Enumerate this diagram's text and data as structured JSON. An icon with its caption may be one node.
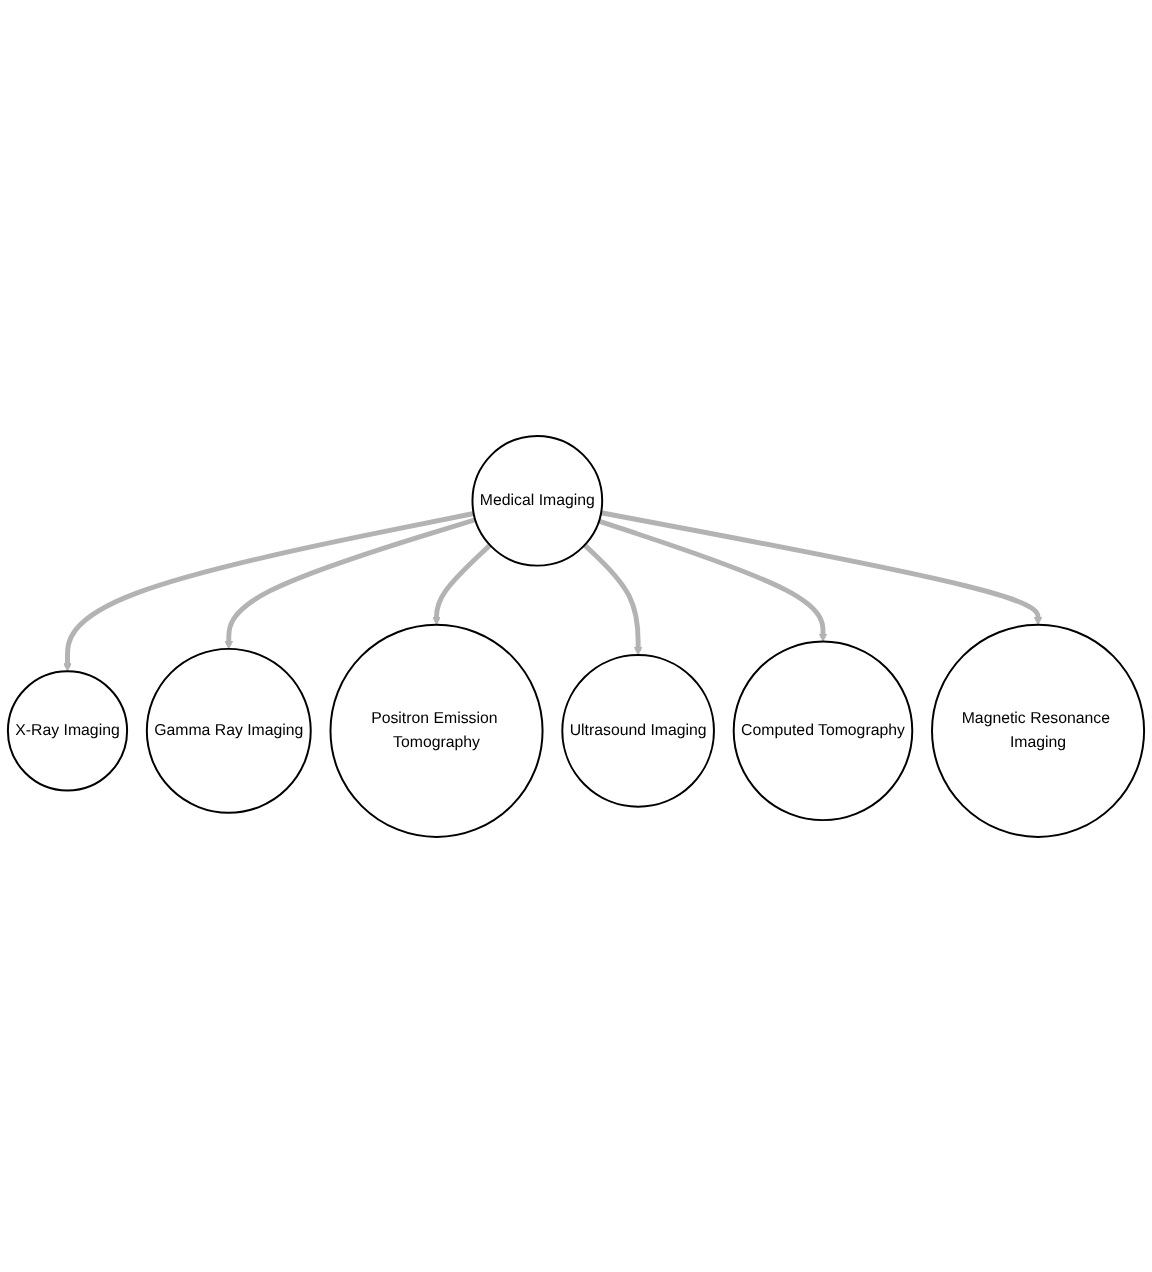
{
  "diagram": {
    "nodes": [
      {
        "text": [
          "Medical Imaging"
        ]
      },
      {
        "text": [
          "X-Ray Imaging"
        ]
      },
      {
        "text": [
          "Gamma Ray Imaging"
        ]
      },
      {
        "text": [
          "Positron Emission Tomography"
        ]
      },
      {
        "text": [
          "Ultrasound Imaging"
        ]
      },
      {
        "text": [
          "Computed Tomography"
        ]
      },
      {
        "text": [
          "Magnetic Resonance Imaging"
        ]
      }
    ],
    "edges": [
      {
        "from": 0,
        "to": 1,
        "arrow": "to"
      },
      {
        "from": 0,
        "to": 2,
        "arrow": "to"
      },
      {
        "from": 0,
        "to": 3,
        "arrow": "to"
      },
      {
        "from": 0,
        "to": 4,
        "arrow": "to"
      },
      {
        "from": 0,
        "to": 5,
        "arrow": "to"
      },
      {
        "from": 0,
        "to": 6,
        "arrow": "to"
      }
    ]
  }
}
